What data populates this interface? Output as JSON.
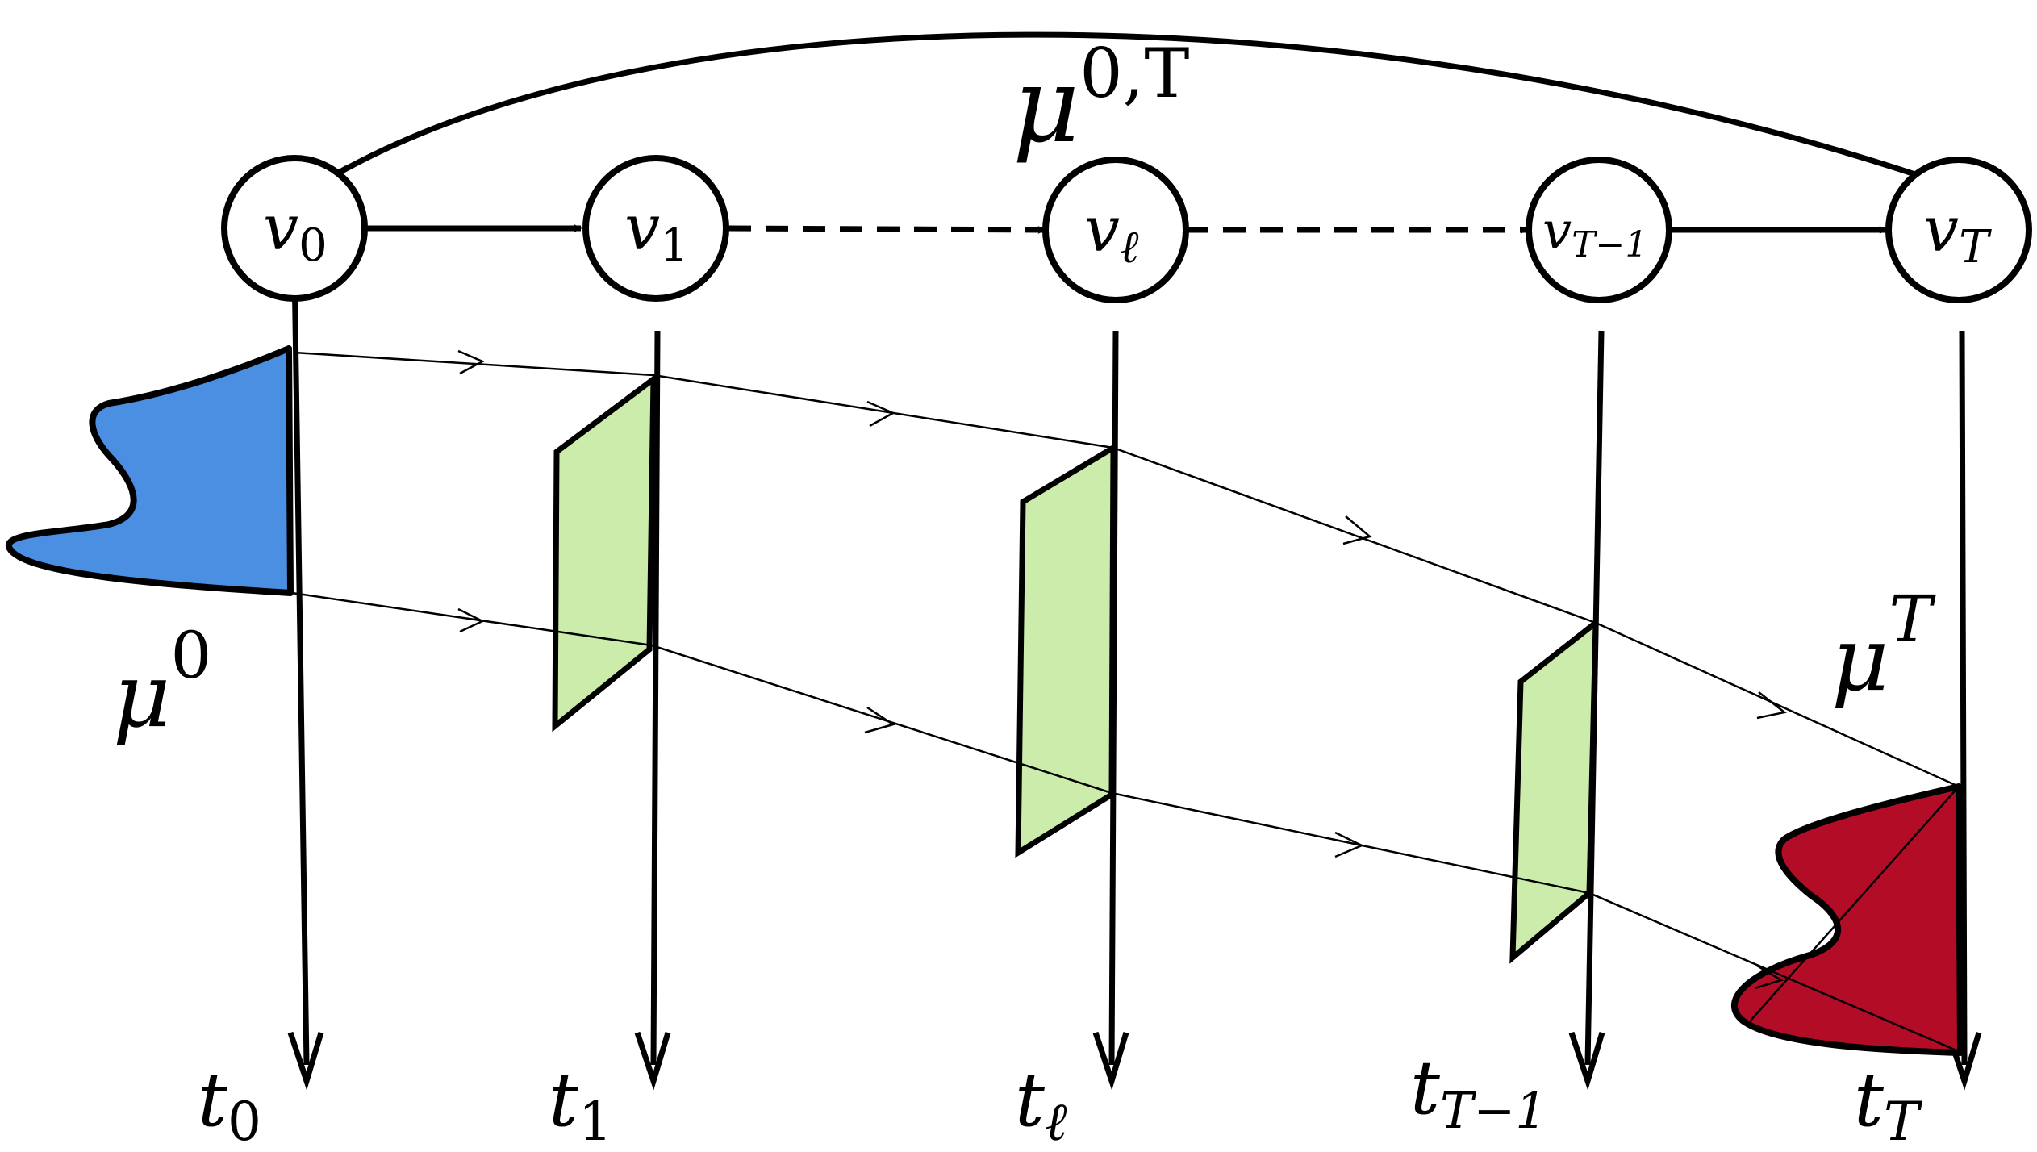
{
  "colors": {
    "initial_distribution": "#4a8fe2",
    "final_distribution": "#b30c27",
    "cross_section": "#cbecaa",
    "stroke": "#000000"
  },
  "nodes": [
    {
      "id": "v0",
      "base": "v",
      "sub": "0"
    },
    {
      "id": "v1",
      "base": "v",
      "sub": "1"
    },
    {
      "id": "vl",
      "base": "v",
      "sub": "ℓ"
    },
    {
      "id": "vT-1",
      "base": "v",
      "sub": "T−1"
    },
    {
      "id": "vT",
      "base": "v",
      "sub": "T"
    }
  ],
  "node_edges": [
    {
      "from": "v0",
      "to": "v1",
      "style": "solid"
    },
    {
      "from": "v1",
      "to": "vl",
      "style": "dashed"
    },
    {
      "from": "vl",
      "to": "vT-1",
      "style": "dashed"
    },
    {
      "from": "vT-1",
      "to": "vT",
      "style": "solid"
    }
  ],
  "time_axes": [
    {
      "base": "t",
      "sub": "0"
    },
    {
      "base": "t",
      "sub": "1"
    },
    {
      "base": "t",
      "sub": "ℓ"
    },
    {
      "base": "t",
      "sub": "T−1"
    },
    {
      "base": "t",
      "sub": "T"
    }
  ],
  "labels": {
    "mu_0T": {
      "base": "μ",
      "sup": "0,T"
    },
    "mu_0": {
      "base": "μ",
      "sup": "0"
    },
    "mu_T": {
      "base": "μ",
      "sup": "T"
    }
  }
}
